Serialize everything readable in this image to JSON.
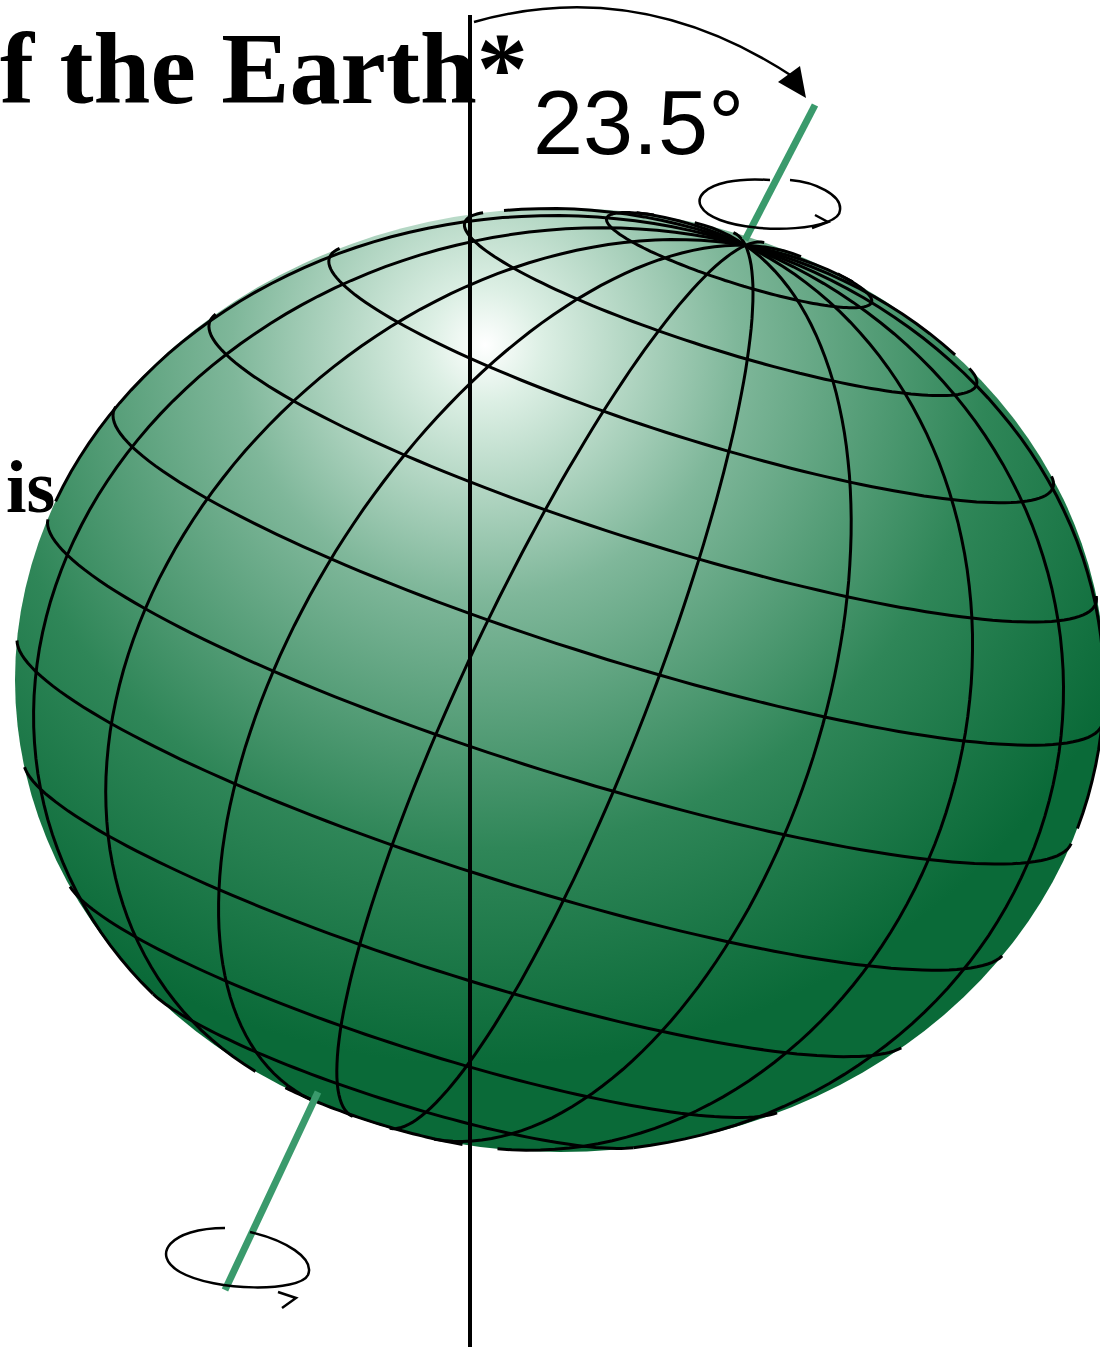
{
  "diagram": {
    "title": "f the Earth*",
    "labels": [
      "23.5°",
      "is"
    ]
  }
}
